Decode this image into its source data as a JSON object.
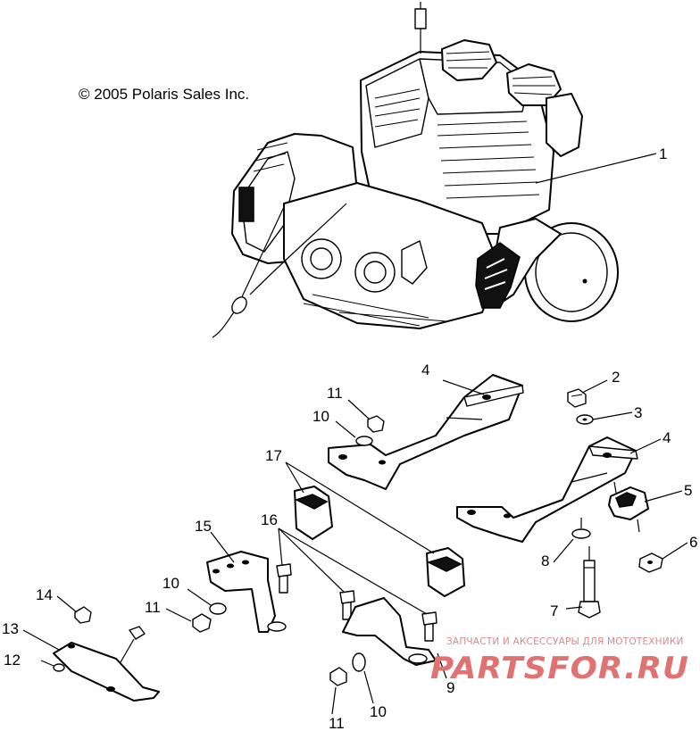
{
  "copyright": "© 2005 Polaris Sales Inc.",
  "watermark": {
    "tagline": "ЗАПЧАСТИ И АКСЕССУАРЫ ДЛЯ МОТОТЕХНИКИ",
    "brand": "PARTSFOR.RU"
  },
  "callouts": [
    {
      "id": "c1",
      "label": "1"
    },
    {
      "id": "c2",
      "label": "2"
    },
    {
      "id": "c3",
      "label": "3"
    },
    {
      "id": "c4a",
      "label": "4"
    },
    {
      "id": "c4b",
      "label": "4"
    },
    {
      "id": "c5",
      "label": "5"
    },
    {
      "id": "c6",
      "label": "6"
    },
    {
      "id": "c7",
      "label": "7"
    },
    {
      "id": "c8",
      "label": "8"
    },
    {
      "id": "c9",
      "label": "9"
    },
    {
      "id": "c10a",
      "label": "10"
    },
    {
      "id": "c10b",
      "label": "10"
    },
    {
      "id": "c10c",
      "label": "10"
    },
    {
      "id": "c11a",
      "label": "11"
    },
    {
      "id": "c11b",
      "label": "11"
    },
    {
      "id": "c11c",
      "label": "11"
    },
    {
      "id": "c12",
      "label": "12"
    },
    {
      "id": "c13",
      "label": "13"
    },
    {
      "id": "c14",
      "label": "14"
    },
    {
      "id": "c15",
      "label": "15"
    },
    {
      "id": "c16",
      "label": "16"
    },
    {
      "id": "c17",
      "label": "17"
    }
  ]
}
